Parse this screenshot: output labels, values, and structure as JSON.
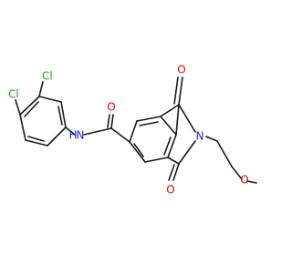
{
  "molecule": {
    "colors": {
      "bond": "#1a1a1a",
      "carbon": "#1a1a1a",
      "nitrogen": "#1f1fe0",
      "oxygen": "#e00000",
      "chlorine": "#1fa81f"
    },
    "atoms": {
      "cl_top": "Cl",
      "cl_left": "Cl",
      "amide_nh": "N",
      "amide_h": "H",
      "amide_o": "O",
      "imide_o_top": "O",
      "imide_n": "N",
      "imide_o_bottom": "O",
      "ether_o": "O"
    }
  }
}
